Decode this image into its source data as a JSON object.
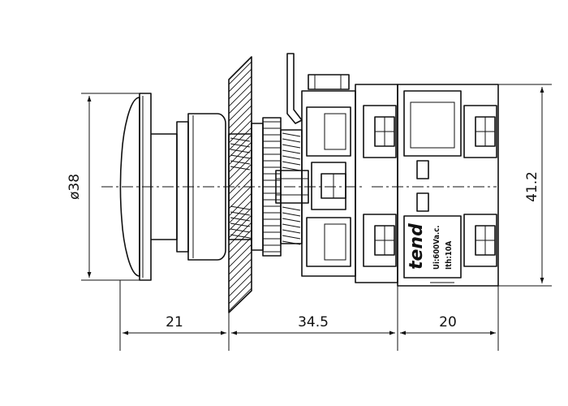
{
  "drawing": {
    "dimensions": {
      "head_diameter": "ø38",
      "height": "41.2",
      "head_depth": "21",
      "body_depth": "34.5",
      "contact_depth": "20"
    },
    "label": {
      "brand": "tend",
      "voltage": "Ui:600Va.c.",
      "current": "Ith:10A"
    }
  }
}
